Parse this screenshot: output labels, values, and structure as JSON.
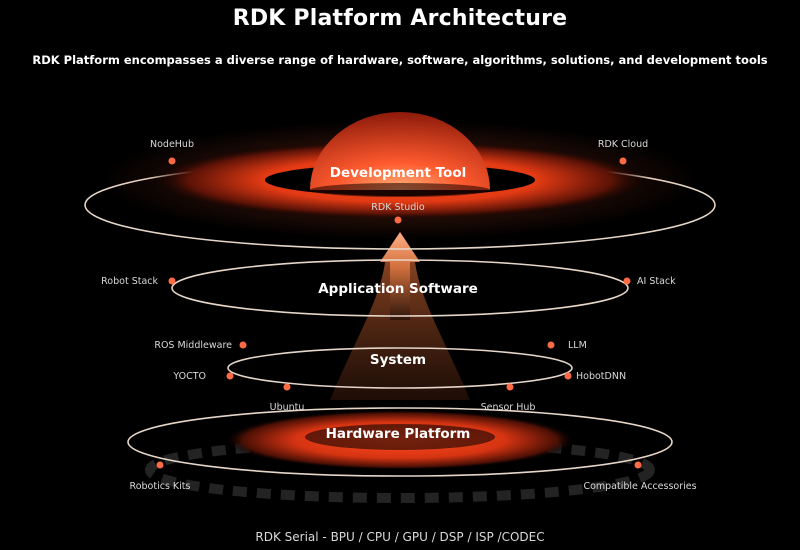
{
  "title": "RDK Platform Architecture",
  "subtitle": "RDK Platform encompasses a diverse range of hardware, software, algorithms, solutions, and development tools",
  "layers": {
    "development_tool": "Development Tool",
    "application_software": "Application Software",
    "system": "System",
    "hardware_platform": "Hardware Platform"
  },
  "nodes": {
    "nodehub": "NodeHub",
    "rdk_cloud": "RDK Cloud",
    "rdk_studio": "RDK Studio",
    "robot_stack": "Robot Stack",
    "ai_stack": "AI Stack",
    "ros_middleware": "ROS Middleware",
    "llm": "LLM",
    "yocto": "YOCTO",
    "hobotdnn": "HobotDNN",
    "ubuntu": "Ubuntu",
    "sensor_hub": "Sensor Hub",
    "robotics_kits": "Robotics Kits",
    "compatible_accessories": "Compatible Accessories"
  },
  "footer": "RDK Serial - BPU / CPU / GPU / DSP / ISP /CODEC",
  "colors": {
    "accent": "#ff5a2e",
    "ring_line": "#e6d6c8",
    "dot": "#ff6b45",
    "background": "#000000"
  }
}
